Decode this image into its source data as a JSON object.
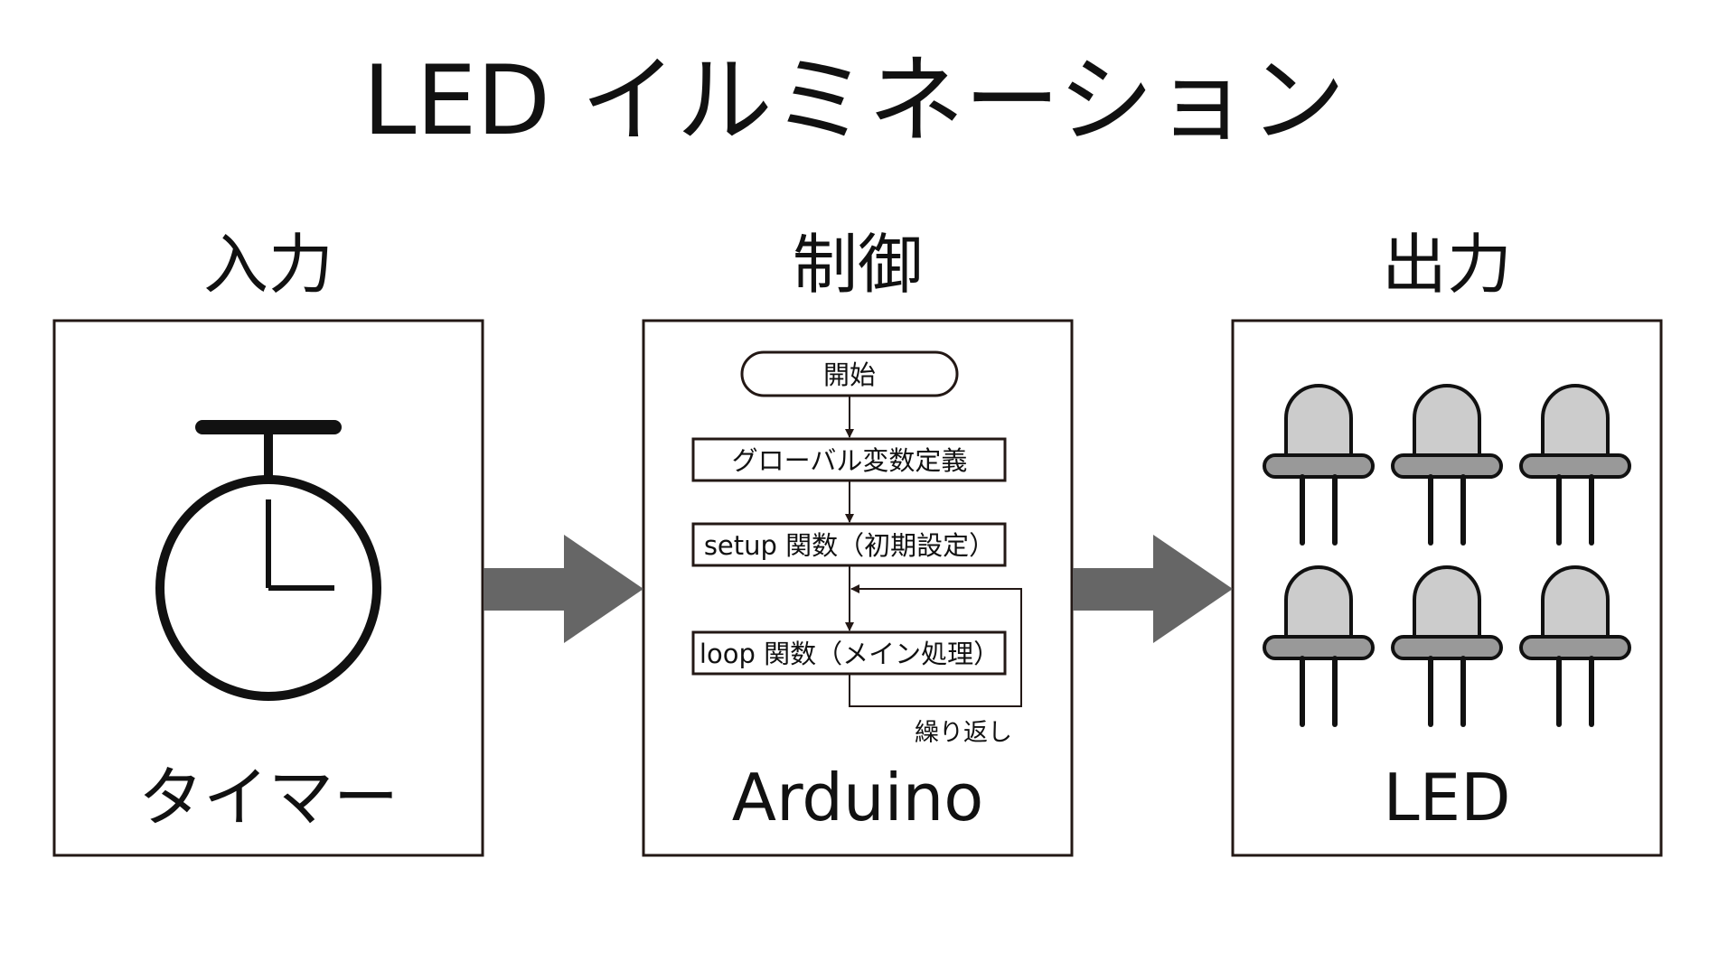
{
  "title": "LED イルミネーション",
  "sections": {
    "input": {
      "heading": "入力",
      "label": "タイマー"
    },
    "control": {
      "heading": "制御",
      "label": "Arduino"
    },
    "output": {
      "heading": "出力",
      "label": "LED"
    }
  },
  "flowchart": {
    "start": "開始",
    "steps": [
      "グローバル変数定義",
      "setup 関数（初期設定）",
      "loop 関数（メイン処理）"
    ],
    "loop_label": "繰り返し"
  },
  "colors": {
    "arrow": "#666666",
    "led_dome": "#cccccc",
    "led_base": "#999999",
    "outline": "#231815"
  },
  "icons": {
    "input": "stopwatch-icon",
    "output": "led-icon"
  }
}
